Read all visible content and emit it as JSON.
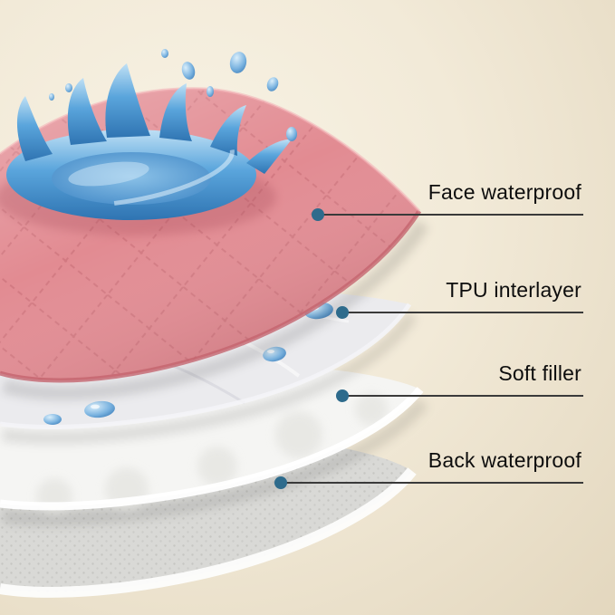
{
  "diagram": {
    "callouts": [
      {
        "id": "face-waterproof",
        "label": "Face waterproof"
      },
      {
        "id": "tpu-interlayer",
        "label": "TPU interlayer"
      },
      {
        "id": "soft-filler",
        "label": "Soft filler"
      },
      {
        "id": "back-waterproof",
        "label": "Back waterproof"
      }
    ]
  },
  "colors": {
    "background_light": "#f8f3e5",
    "background_dark": "#e3d7be",
    "face_layer": "#e28b92",
    "face_layer_edge": "#c4646e",
    "tpu_layer": "#ebebee",
    "soft_filler_layer": "#f5f5f3",
    "back_layer": "#d9d9d6",
    "splash_blue": "#4f9fd9",
    "splash_blue_light": "#bfe0f5",
    "splash_blue_dark": "#2d6fae",
    "marker_dot": "#2e6b8c",
    "leader_line": "#3a3a3a",
    "label_text": "#0d0d0d"
  }
}
